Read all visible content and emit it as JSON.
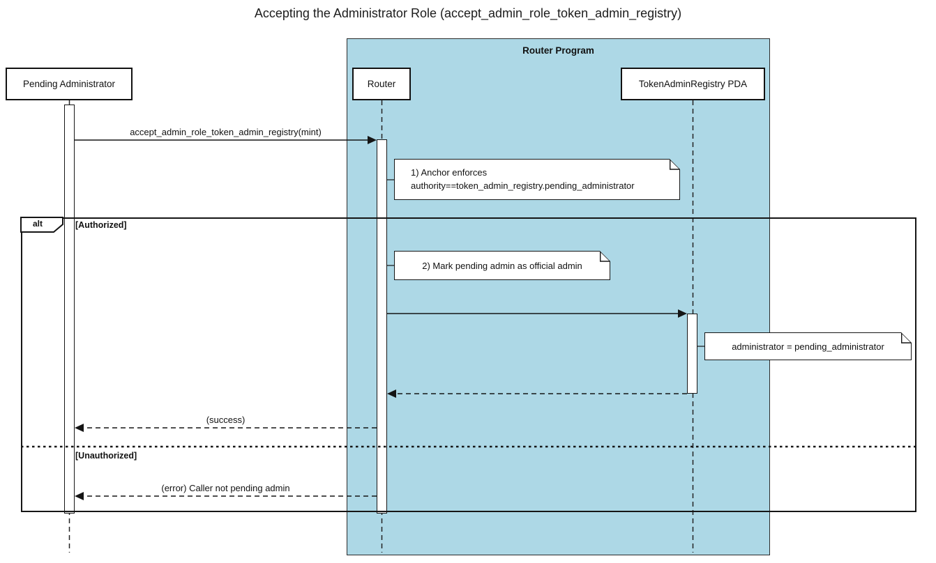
{
  "title": "Accepting the Administrator Role (accept_admin_role_token_admin_registry)",
  "diagram": {
    "type": "sequence",
    "container": {
      "label": "Router Program"
    },
    "participants": [
      {
        "id": "pending_admin",
        "label": "Pending Administrator"
      },
      {
        "id": "router",
        "label": "Router",
        "group": "Router Program"
      },
      {
        "id": "token_admin_registry_pda",
        "label": "TokenAdminRegistry PDA",
        "group": "Router Program"
      }
    ],
    "messages": [
      {
        "from": "pending_admin",
        "to": "router",
        "label": "accept_admin_role_token_admin_registry(mint)",
        "style": "solid"
      },
      {
        "from": "router",
        "to": "token_admin_registry_pda",
        "label": "",
        "style": "solid"
      },
      {
        "from": "token_admin_registry_pda",
        "to": "router",
        "label": "",
        "style": "dashed"
      },
      {
        "from": "router",
        "to": "pending_admin",
        "label": "(success)",
        "style": "dashed",
        "branch": "Authorized"
      },
      {
        "from": "router",
        "to": "pending_admin",
        "label": "(error) Caller not pending admin",
        "style": "dashed",
        "branch": "Unauthorized"
      }
    ],
    "notes": [
      {
        "attached_to": "router",
        "line1": "1) Anchor enforces",
        "line2": "authority==token_admin_registry.pending_administrator"
      },
      {
        "attached_to": "router",
        "line1": "2) Mark pending admin as official admin"
      },
      {
        "attached_to": "token_admin_registry_pda",
        "line1": "administrator = pending_administrator"
      }
    ],
    "alt": {
      "operator": "alt",
      "guards": [
        "[Authorized]",
        "[Unauthorized]"
      ]
    },
    "colors": {
      "container_fill": "#ADD8E6",
      "line": "#151515",
      "note_fill": "#FFFFFF",
      "background": "#FFFFFF"
    }
  }
}
